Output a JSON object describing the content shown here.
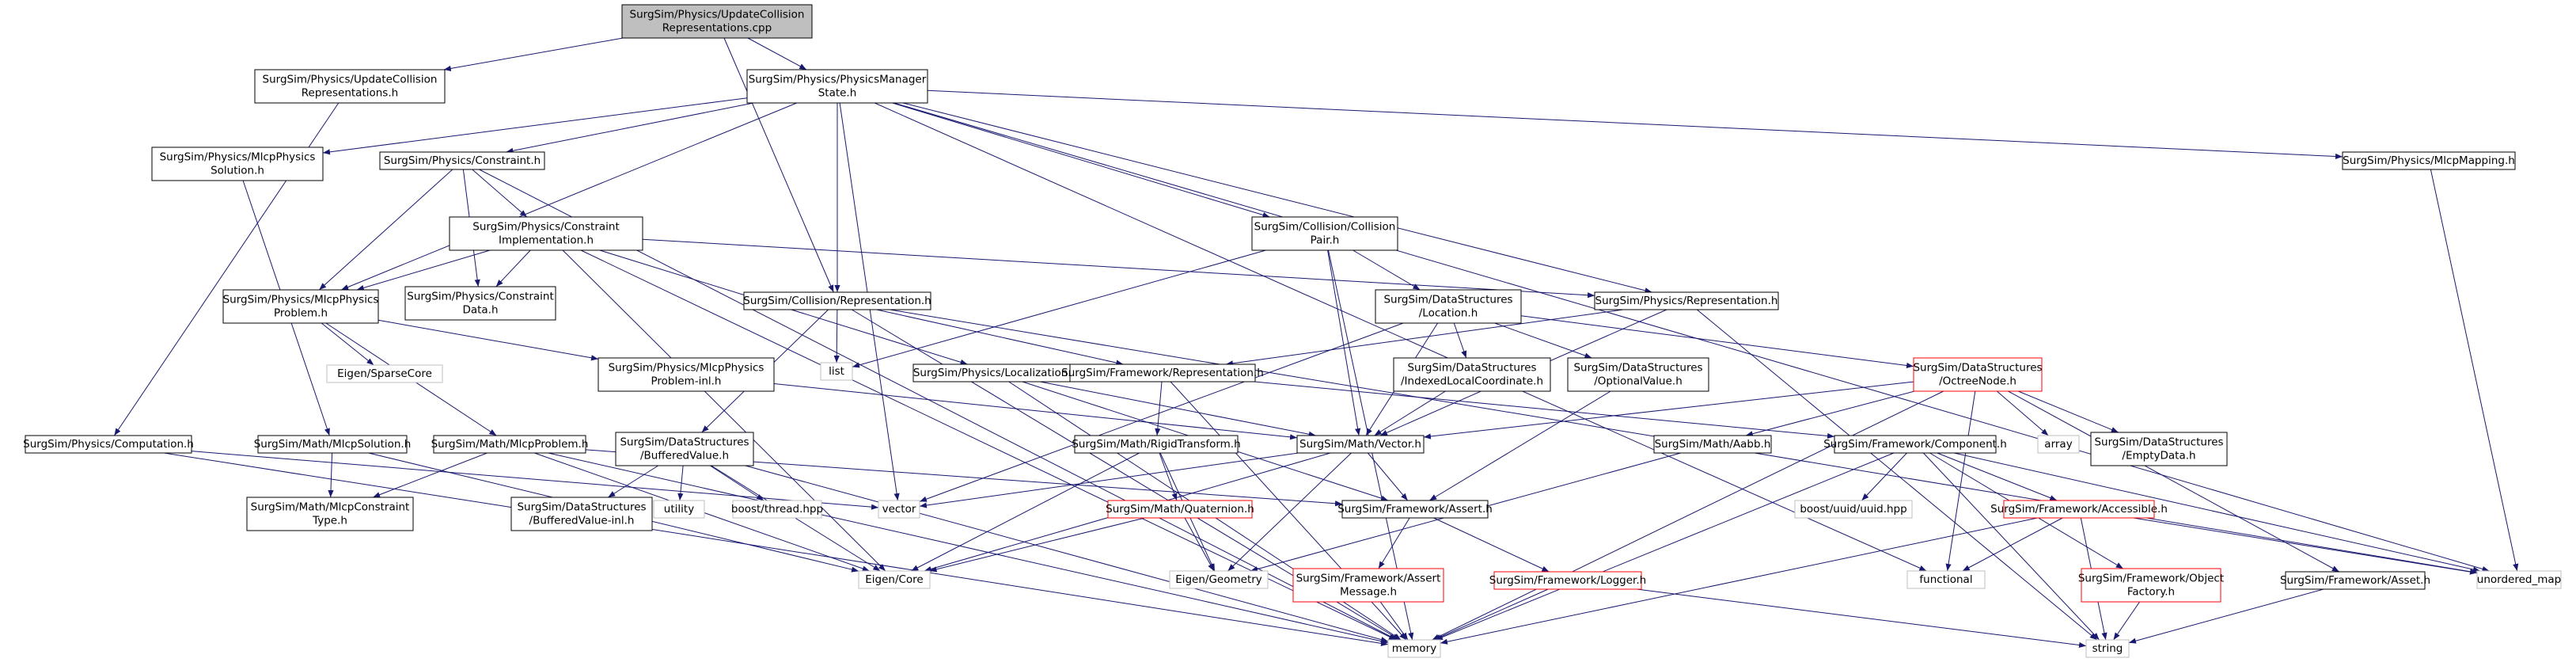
{
  "colors": {
    "edge": "#191970",
    "box_black": "#000000",
    "box_red": "#ff0000",
    "box_grey": "#bfbfbf",
    "root_fill": "#bfbfbf",
    "text": "#000000"
  },
  "nodes": {
    "root": {
      "lines": [
        "SurgSim/Physics/UpdateCollision",
        "Representations.cpp"
      ],
      "style": "root"
    },
    "ucr_h": {
      "lines": [
        "SurgSim/Physics/UpdateCollision",
        "Representations.h"
      ],
      "style": "black"
    },
    "pms_h": {
      "lines": [
        "SurgSim/Physics/PhysicsManager",
        "State.h"
      ],
      "style": "black"
    },
    "mcpsol_h": {
      "lines": [
        "SurgSim/Physics/MlcpPhysics",
        "Solution.h"
      ],
      "style": "black"
    },
    "constraint_h": {
      "lines": [
        "SurgSim/Physics/Constraint.h"
      ],
      "style": "black"
    },
    "colpair_h": {
      "lines": [
        "SurgSim/Collision/Collision",
        "Pair.h"
      ],
      "style": "black"
    },
    "mlcpmap_h": {
      "lines": [
        "SurgSim/Physics/MlcpMapping.h"
      ],
      "style": "black"
    },
    "cimpl_h": {
      "lines": [
        "SurgSim/Physics/Constraint",
        "Implementation.h"
      ],
      "style": "black"
    },
    "mpp_h": {
      "lines": [
        "SurgSim/Physics/MlcpPhysics",
        "Problem.h"
      ],
      "style": "black"
    },
    "cdata_h": {
      "lines": [
        "SurgSim/Physics/Constraint",
        "Data.h"
      ],
      "style": "black"
    },
    "colrep_h": {
      "lines": [
        "SurgSim/Collision/Representation.h"
      ],
      "style": "black"
    },
    "location_h": {
      "lines": [
        "SurgSim/DataStructures",
        "/Location.h"
      ],
      "style": "black"
    },
    "physrep_h": {
      "lines": [
        "SurgSim/Physics/Representation.h"
      ],
      "style": "black"
    },
    "eigsparse": {
      "lines": [
        "Eigen/SparseCore"
      ],
      "style": "grey"
    },
    "list": {
      "lines": [
        "list"
      ],
      "style": "grey"
    },
    "mppinl_h": {
      "lines": [
        "SurgSim/Physics/MlcpPhysics",
        "Problem-inl.h"
      ],
      "style": "black"
    },
    "local_h": {
      "lines": [
        "SurgSim/Physics/Localization.h"
      ],
      "style": "black"
    },
    "fwrep_h": {
      "lines": [
        "SurgSim/Framework/Representation.h"
      ],
      "style": "black"
    },
    "idxlocal_h": {
      "lines": [
        "SurgSim/DataStructures",
        "/IndexedLocalCoordinate.h"
      ],
      "style": "black"
    },
    "optval_h": {
      "lines": [
        "SurgSim/DataStructures",
        "/OptionalValue.h"
      ],
      "style": "black"
    },
    "octree_h": {
      "lines": [
        "SurgSim/DataStructures",
        "/OctreeNode.h"
      ],
      "style": "red"
    },
    "comp_h": {
      "lines": [
        "SurgSim/Physics/Computation.h"
      ],
      "style": "black"
    },
    "mlcpsolver_h": {
      "lines": [
        "SurgSim/Math/MlcpSolution.h"
      ],
      "style": "black"
    },
    "mlcpprob_h": {
      "lines": [
        "SurgSim/Math/MlcpProblem.h"
      ],
      "style": "black"
    },
    "bufval_h": {
      "lines": [
        "SurgSim/DataStructures",
        "/BufferedValue.h"
      ],
      "style": "black"
    },
    "rigid_h": {
      "lines": [
        "SurgSim/Math/RigidTransform.h"
      ],
      "style": "black"
    },
    "vector_h": {
      "lines": [
        "SurgSim/Math/Vector.h"
      ],
      "style": "black"
    },
    "aabb_h": {
      "lines": [
        "SurgSim/Math/Aabb.h"
      ],
      "style": "black"
    },
    "array": {
      "lines": [
        "array"
      ],
      "style": "grey"
    },
    "emptydata_h": {
      "lines": [
        "SurgSim/DataStructures",
        "/EmptyData.h"
      ],
      "style": "black"
    },
    "fwcomp_h": {
      "lines": [
        "SurgSim/Framework/Component.h"
      ],
      "style": "black"
    },
    "mlcpctype_h": {
      "lines": [
        "SurgSim/Math/MlcpConstraint",
        "Type.h"
      ],
      "style": "black"
    },
    "bufvalinl_h": {
      "lines": [
        "SurgSim/DataStructures",
        "/BufferedValue-inl.h"
      ],
      "style": "black"
    },
    "utility": {
      "lines": [
        "utility"
      ],
      "style": "grey"
    },
    "boostthread": {
      "lines": [
        "boost/thread.hpp"
      ],
      "style": "grey"
    },
    "vector": {
      "lines": [
        "vector"
      ],
      "style": "grey"
    },
    "quat_h": {
      "lines": [
        "SurgSim/Math/Quaternion.h"
      ],
      "style": "red"
    },
    "assert_h": {
      "lines": [
        "SurgSim/Framework/Assert.h"
      ],
      "style": "black"
    },
    "boostuuid": {
      "lines": [
        "boost/uuid/uuid.hpp"
      ],
      "style": "grey"
    },
    "access_h": {
      "lines": [
        "SurgSim/Framework/Accessible.h"
      ],
      "style": "red"
    },
    "eigcore": {
      "lines": [
        "Eigen/Core"
      ],
      "style": "grey"
    },
    "eiggeom": {
      "lines": [
        "Eigen/Geometry"
      ],
      "style": "grey"
    },
    "amsg_h": {
      "lines": [
        "SurgSim/Framework/Assert",
        "Message.h"
      ],
      "style": "red"
    },
    "logger_h": {
      "lines": [
        "SurgSim/Framework/Logger.h"
      ],
      "style": "red"
    },
    "functional": {
      "lines": [
        "functional"
      ],
      "style": "grey"
    },
    "objfact_h": {
      "lines": [
        "SurgSim/Framework/Object",
        "Factory.h"
      ],
      "style": "red"
    },
    "fwasset_h": {
      "lines": [
        "SurgSim/Framework/Asset.h"
      ],
      "style": "black"
    },
    "umap": {
      "lines": [
        "unordered_map"
      ],
      "style": "grey"
    },
    "memory": {
      "lines": [
        "memory"
      ],
      "style": "grey"
    },
    "string": {
      "lines": [
        "string"
      ],
      "style": "grey"
    }
  },
  "edges": [
    [
      "root",
      "ucr_h"
    ],
    [
      "root",
      "pms_h"
    ],
    [
      "root",
      "colrep_h"
    ],
    [
      "ucr_h",
      "comp_h"
    ],
    [
      "pms_h",
      "mcpsol_h"
    ],
    [
      "pms_h",
      "constraint_h"
    ],
    [
      "pms_h",
      "colpair_h"
    ],
    [
      "pms_h",
      "mlcpmap_h"
    ],
    [
      "pms_h",
      "mpp_h"
    ],
    [
      "pms_h",
      "colrep_h"
    ],
    [
      "pms_h",
      "physrep_h"
    ],
    [
      "pms_h",
      "umap"
    ],
    [
      "pms_h",
      "vector"
    ],
    [
      "pms_h",
      "functional"
    ],
    [
      "mcpsol_h",
      "mlcpsolver_h"
    ],
    [
      "constraint_h",
      "cimpl_h"
    ],
    [
      "constraint_h",
      "mpp_h"
    ],
    [
      "constraint_h",
      "cdata_h"
    ],
    [
      "constraint_h",
      "memory"
    ],
    [
      "cimpl_h",
      "mpp_h"
    ],
    [
      "cimpl_h",
      "cdata_h"
    ],
    [
      "cimpl_h",
      "local_h"
    ],
    [
      "cimpl_h",
      "physrep_h"
    ],
    [
      "cimpl_h",
      "eigcore"
    ],
    [
      "cimpl_h",
      "memory"
    ],
    [
      "colpair_h",
      "location_h"
    ],
    [
      "colpair_h",
      "list"
    ],
    [
      "colpair_h",
      "vector_h"
    ],
    [
      "colpair_h",
      "memory"
    ],
    [
      "mlcpmap_h",
      "umap"
    ],
    [
      "mpp_h",
      "eigsparse"
    ],
    [
      "mpp_h",
      "mppinl_h"
    ],
    [
      "mpp_h",
      "mlcpprob_h"
    ],
    [
      "colrep_h",
      "list"
    ],
    [
      "colrep_h",
      "bufval_h"
    ],
    [
      "colrep_h",
      "fwrep_h"
    ],
    [
      "colrep_h",
      "memory"
    ],
    [
      "colrep_h",
      "umap"
    ],
    [
      "location_h",
      "idxlocal_h"
    ],
    [
      "location_h",
      "optval_h"
    ],
    [
      "location_h",
      "octree_h"
    ],
    [
      "location_h",
      "vector_h"
    ],
    [
      "location_h",
      "vector"
    ],
    [
      "physrep_h",
      "fwrep_h"
    ],
    [
      "physrep_h",
      "vector_h"
    ],
    [
      "physrep_h",
      "string"
    ],
    [
      "mppinl_h",
      "vector_h"
    ],
    [
      "local_h",
      "vector_h"
    ],
    [
      "local_h",
      "assert_h"
    ],
    [
      "local_h",
      "memory"
    ],
    [
      "fwrep_h",
      "rigid_h"
    ],
    [
      "fwrep_h",
      "fwcomp_h"
    ],
    [
      "fwrep_h",
      "memory"
    ],
    [
      "idxlocal_h",
      "vector_h"
    ],
    [
      "optval_h",
      "assert_h"
    ],
    [
      "octree_h",
      "vector_h"
    ],
    [
      "octree_h",
      "aabb_h"
    ],
    [
      "octree_h",
      "array"
    ],
    [
      "octree_h",
      "emptydata_h"
    ],
    [
      "octree_h",
      "fwasset_h"
    ],
    [
      "octree_h",
      "memory"
    ],
    [
      "octree_h",
      "functional"
    ],
    [
      "comp_h",
      "memory"
    ],
    [
      "comp_h",
      "vector"
    ],
    [
      "mlcpsolver_h",
      "mlcpctype_h"
    ],
    [
      "mlcpsolver_h",
      "eigcore"
    ],
    [
      "mlcpprob_h",
      "mlcpctype_h"
    ],
    [
      "mlcpprob_h",
      "eigcore"
    ],
    [
      "mlcpprob_h",
      "memory"
    ],
    [
      "mlcpprob_h",
      "assert_h"
    ],
    [
      "bufval_h",
      "bufvalinl_h"
    ],
    [
      "bufval_h",
      "utility"
    ],
    [
      "bufval_h",
      "boostthread"
    ],
    [
      "bufval_h",
      "eigcore"
    ],
    [
      "bufval_h",
      "memory"
    ],
    [
      "rigid_h",
      "quat_h"
    ],
    [
      "rigid_h",
      "eiggeom"
    ],
    [
      "rigid_h",
      "eigcore"
    ],
    [
      "vector_h",
      "vector"
    ],
    [
      "vector_h",
      "assert_h"
    ],
    [
      "vector_h",
      "eigcore"
    ],
    [
      "vector_h",
      "eiggeom"
    ],
    [
      "aabb_h",
      "eiggeom"
    ],
    [
      "fwcomp_h",
      "access_h"
    ],
    [
      "fwcomp_h",
      "boostuuid"
    ],
    [
      "fwcomp_h",
      "objfact_h"
    ],
    [
      "fwcomp_h",
      "memory"
    ],
    [
      "fwcomp_h",
      "string"
    ],
    [
      "fwcomp_h",
      "umap"
    ],
    [
      "quat_h",
      "eigcore"
    ],
    [
      "quat_h",
      "eiggeom"
    ],
    [
      "assert_h",
      "amsg_h"
    ],
    [
      "assert_h",
      "logger_h"
    ],
    [
      "access_h",
      "functional"
    ],
    [
      "access_h",
      "memory"
    ],
    [
      "access_h",
      "string"
    ],
    [
      "access_h",
      "umap"
    ],
    [
      "amsg_h",
      "memory"
    ],
    [
      "logger_h",
      "memory"
    ],
    [
      "logger_h",
      "string"
    ],
    [
      "objfact_h",
      "string"
    ],
    [
      "fwasset_h",
      "string"
    ]
  ]
}
